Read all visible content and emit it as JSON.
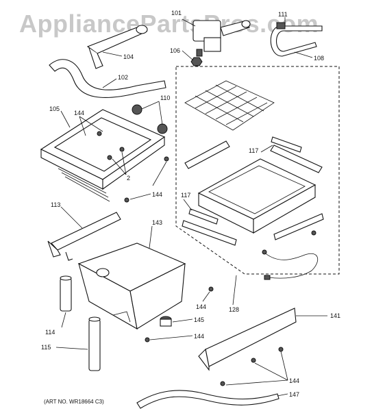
{
  "watermark": "AppliancePartsPros.com",
  "art_number": "(ART NO. WR18664 C3)",
  "callouts": {
    "c101": "101",
    "c111": "111",
    "c104": "104",
    "c106": "106",
    "c108": "108",
    "c102": "102",
    "c105": "105",
    "c144_a": "144",
    "c110": "110",
    "c117_a": "117",
    "c2": "2",
    "c144_b": "144",
    "c117_b": "117",
    "c113": "113",
    "c143": "143",
    "c144_c": "144",
    "c128": "128",
    "c141": "141",
    "c114": "114",
    "c145": "145",
    "c144_d": "144",
    "c115": "115",
    "c144_e": "144",
    "c147": "147"
  }
}
